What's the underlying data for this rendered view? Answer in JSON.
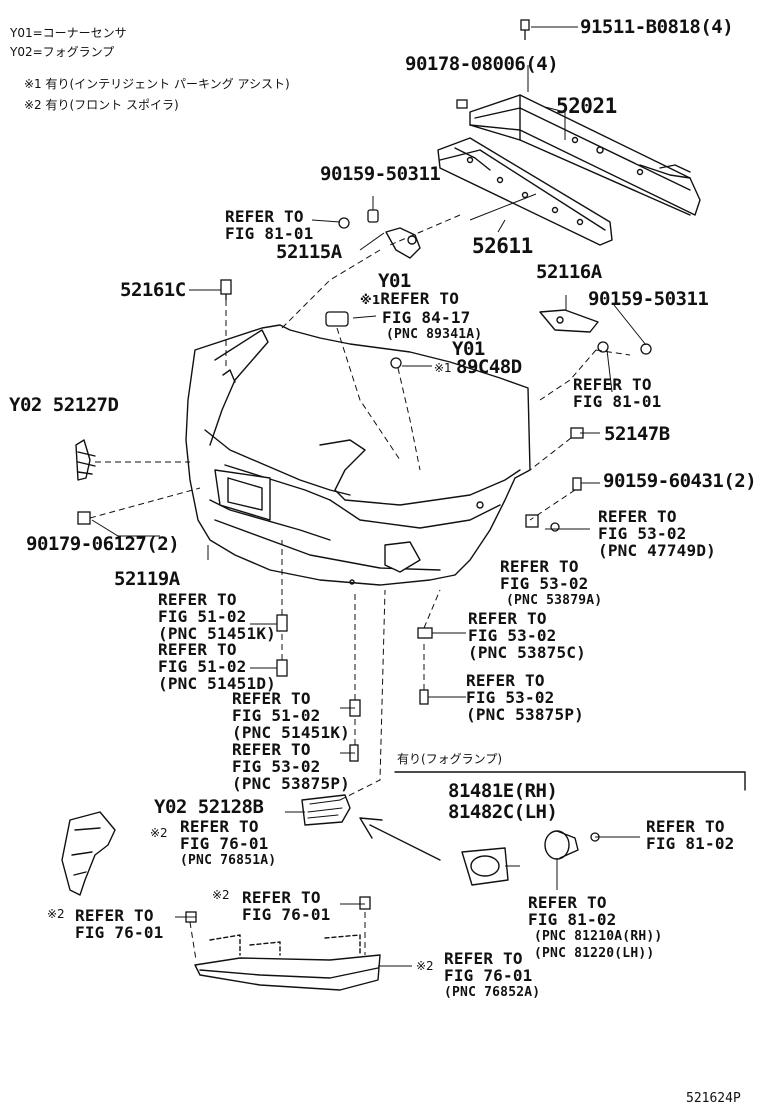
{
  "legend": {
    "y01": "Y01=コーナーセンサ",
    "y02": "Y02=フォグランプ",
    "note1": "※1 有り(インテリジェント パーキング アシスト)",
    "note2": "※2 有り(フロント スポイラ)"
  },
  "parts": {
    "p91511": "91511-B0818(4)",
    "p90178": "90178-08006(4)",
    "p52021": "52021",
    "p90159a": "90159-50311",
    "p52611": "52611",
    "p52115a": "52115A",
    "p52116a": "52116A",
    "p90159b": "90159-50311",
    "p52161c": "52161C",
    "p89c48d": "89C48D",
    "p52127d": "Y02 52127D",
    "p52147b": "52147B",
    "p90159c": "90159-60431(2)",
    "p90179": "90179-06127(2)",
    "p52119a": "52119A",
    "p52128b": "Y02 52128B",
    "p81481e": "81481E(RH)",
    "p81482c": "81482C(LH)"
  },
  "refs": {
    "r1": {
      "line1": "REFER TO",
      "line2": "FIG 81-01"
    },
    "y01a": "Y01",
    "r2": {
      "mark": "※1",
      "line1": "REFER TO",
      "line2": "FIG 84-17",
      "pnc": "(PNC 89341A)"
    },
    "y01b": "Y01",
    "mark89": "※1",
    "r3": {
      "line1": "REFER TO",
      "line2": "FIG 81-01"
    },
    "r4": {
      "line1": "REFER TO",
      "line2": "FIG 53-02",
      "pnc": "(PNC 47749D)"
    },
    "r5": {
      "line1": "REFER TO",
      "line2": "FIG 53-02",
      "pnc": "(PNC 53879A)"
    },
    "r6": {
      "line1": "REFER TO",
      "line2": "FIG 51-02",
      "pnc": "(PNC 51451K)"
    },
    "r7": {
      "line1": "REFER TO",
      "line2": "FIG 51-02",
      "pnc": "(PNC 51451D)"
    },
    "r8": {
      "line1": "REFER TO",
      "line2": "FIG 53-02",
      "pnc": "(PNC 53875C)"
    },
    "r9": {
      "line1": "REFER TO",
      "line2": "FIG 53-02",
      "pnc": "(PNC 53875P)"
    },
    "r10": {
      "line1": "REFER TO",
      "line2": "FIG 51-02",
      "pnc": "(PNC 51451K)"
    },
    "r11": {
      "line1": "REFER TO",
      "line2": "FIG 53-02",
      "pnc": "(PNC 53875P)"
    },
    "r12": {
      "mark": "※2",
      "line1": "REFER TO",
      "line2": "FIG 76-01",
      "pnc": "(PNC 76851A)"
    },
    "r13": {
      "mark": "※2",
      "line1": "REFER TO",
      "line2": "FIG 76-01"
    },
    "r14": {
      "mark": "※2",
      "line1": "REFER TO",
      "line2": "FIG 76-01"
    },
    "r15": {
      "mark": "※2",
      "line1": "REFER TO",
      "line2": "FIG 76-01",
      "pnc": "(PNC 76852A)"
    },
    "r16": {
      "line1": "REFER TO",
      "line2": "FIG 81-02"
    },
    "r17": {
      "line1": "REFER TO",
      "line2": "FIG 81-02",
      "pnc1": "(PNC 81210A(RH))",
      "pnc2": "(PNC 81220(LH))"
    }
  },
  "fog_option": "有り(フォグランプ)",
  "figure_code": "521624P"
}
